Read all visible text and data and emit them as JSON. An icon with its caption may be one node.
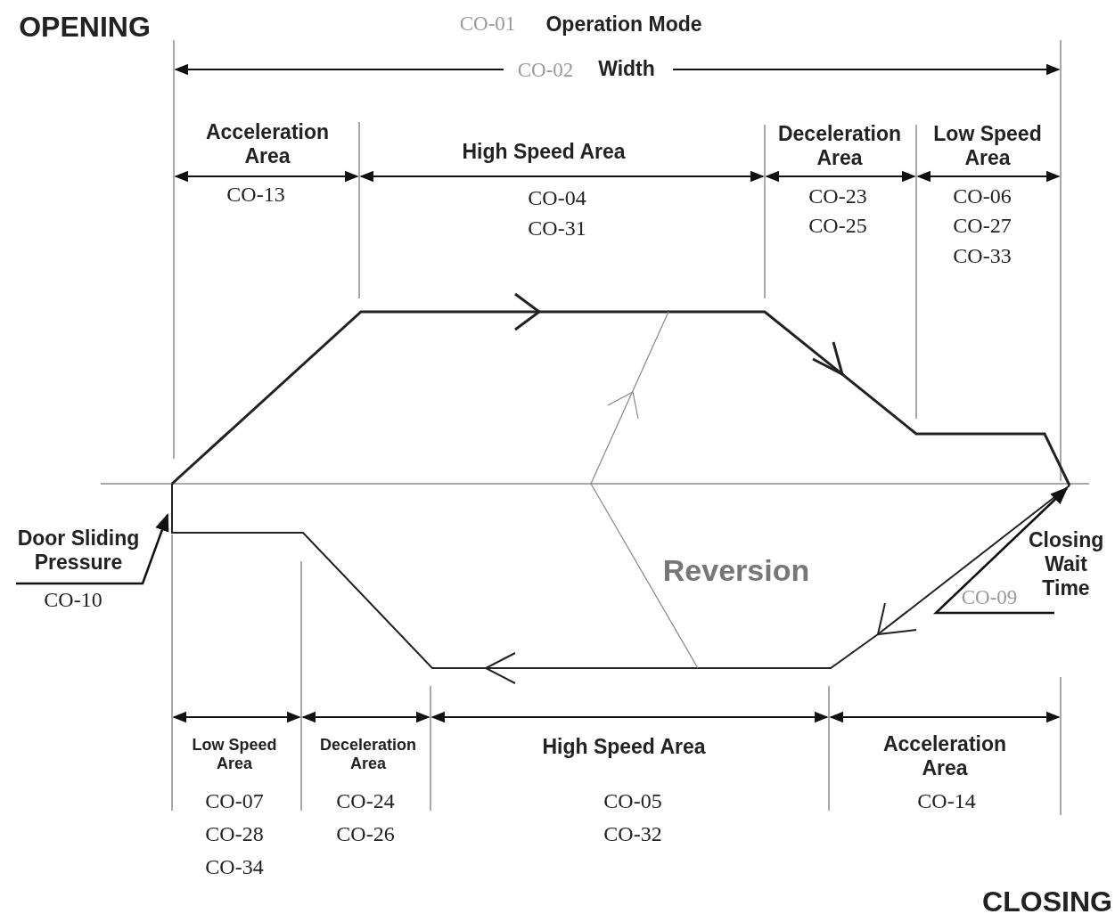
{
  "diagram": {
    "nodes": [
      {
        "text": [
          "Door Sliding Pressure",
          "CO-10"
        ]
      },
      {
        "text": [
          "Closing Wait Time",
          "CO-09"
        ]
      }
    ],
    "edges": [
      {
        "from": 0,
        "to": null,
        "arrow": "to"
      },
      {
        "from": 1,
        "to": null,
        "arrow": "to"
      }
    ],
    "labels": [
      "OPENING",
      "CO-01",
      "Operation Mode",
      "CO-02",
      "Width",
      "Acceleration Area",
      "High Speed Area",
      "Deceleration Area",
      "Low Speed Area",
      "CO-13",
      "CO-04",
      "CO-31",
      "CO-23",
      "CO-25",
      "CO-06",
      "CO-27",
      "CO-33",
      "Reversion",
      "Low Speed Area",
      "Deceleration Area",
      "High Speed Area",
      "Acceleration Area",
      "CO-07",
      "CO-24",
      "CO-05",
      "CO-14",
      "CO-28",
      "CO-26",
      "CO-32",
      "CO-34",
      "CLOSING"
    ]
  }
}
